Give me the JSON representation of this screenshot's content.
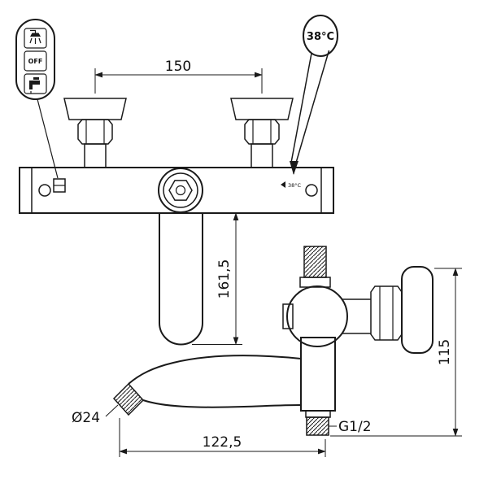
{
  "callouts": {
    "mode": {
      "off_label": "OFF"
    },
    "temperature": {
      "label": "38°C"
    }
  },
  "front_view": {
    "dim_center_distance": "150",
    "dim_spout_height": "161,5",
    "temp_mark": "38°C"
  },
  "side_view": {
    "dim_height": "115",
    "dim_reach": "122,5",
    "aerator_diameter": "Ø24",
    "thread_size": "G1/2"
  }
}
